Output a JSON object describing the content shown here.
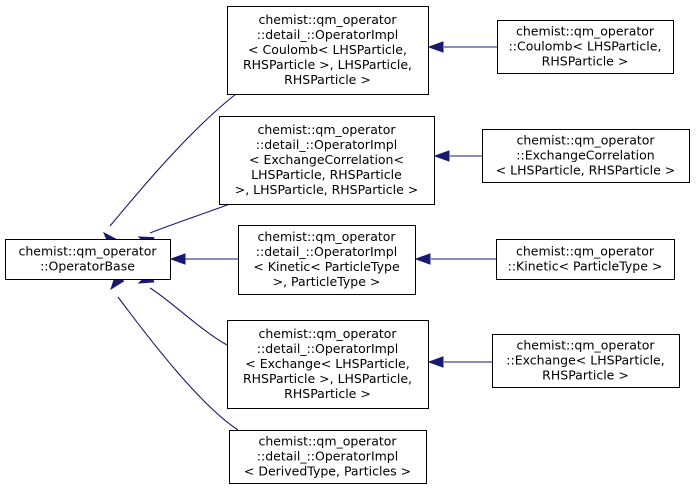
{
  "colors": {
    "edge": "#191970",
    "node_border": "#000000",
    "node_fill": "#ffffff"
  },
  "nodes": {
    "base": {
      "lines": [
        "chemist::qm_operator",
        "::OperatorBase"
      ]
    },
    "impl_coulomb": {
      "lines": [
        "chemist::qm_operator",
        "::detail_::OperatorImpl",
        "< Coulomb< LHSParticle,",
        "RHSParticle >, LHSParticle,",
        "RHSParticle >"
      ]
    },
    "impl_xc": {
      "lines": [
        "chemist::qm_operator",
        "::detail_::OperatorImpl",
        "< ExchangeCorrelation<",
        "LHSParticle, RHSParticle",
        ">, LHSParticle, RHSParticle >"
      ]
    },
    "impl_kinetic": {
      "lines": [
        "chemist::qm_operator",
        "::detail_::OperatorImpl",
        "< Kinetic< ParticleType",
        ">, ParticleType >"
      ]
    },
    "impl_exchange": {
      "lines": [
        "chemist::qm_operator",
        "::detail_::OperatorImpl",
        "< Exchange< LHSParticle,",
        "RHSParticle >, LHSParticle,",
        "RHSParticle >"
      ]
    },
    "impl_derived": {
      "lines": [
        "chemist::qm_operator",
        "::detail_::OperatorImpl",
        "< DerivedType, Particles >"
      ]
    },
    "coulomb": {
      "lines": [
        "chemist::qm_operator",
        "::Coulomb< LHSParticle,",
        "RHSParticle >"
      ]
    },
    "xc": {
      "lines": [
        "chemist::qm_operator",
        "::ExchangeCorrelation",
        "< LHSParticle, RHSParticle >"
      ]
    },
    "kinetic": {
      "lines": [
        "chemist::qm_operator",
        "::Kinetic< ParticleType >"
      ]
    },
    "exchange": {
      "lines": [
        "chemist::qm_operator",
        "::Exchange< LHSParticle,",
        "RHSParticle >"
      ]
    }
  },
  "edges": [
    {
      "from": "impl_coulomb",
      "to": "base"
    },
    {
      "from": "impl_xc",
      "to": "base"
    },
    {
      "from": "impl_kinetic",
      "to": "base"
    },
    {
      "from": "impl_exchange",
      "to": "base"
    },
    {
      "from": "impl_derived",
      "to": "base"
    },
    {
      "from": "coulomb",
      "to": "impl_coulomb"
    },
    {
      "from": "xc",
      "to": "impl_xc"
    },
    {
      "from": "kinetic",
      "to": "impl_kinetic"
    },
    {
      "from": "exchange",
      "to": "impl_exchange"
    }
  ]
}
